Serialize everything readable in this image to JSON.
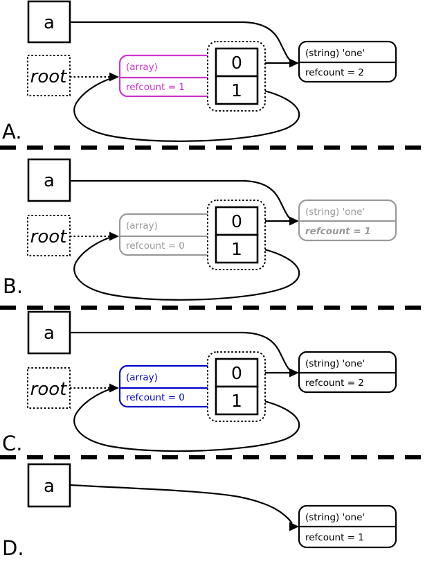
{
  "colors": {
    "array_highlight_a": "#cc33cc",
    "faded_b": "#999999",
    "array_highlight_c": "#0000cc",
    "default_ink": "#000000"
  },
  "panels": {
    "a": {
      "label": "A.",
      "var_label": "a",
      "root_label": "root",
      "array_type": "(array)",
      "array_refcount": "refcount = 1",
      "cell0": "0",
      "cell1": "1",
      "string_type": "(string) 'one'",
      "string_refcount": "refcount = 2"
    },
    "b": {
      "label": "B.",
      "var_label": "a",
      "root_label": "root",
      "array_type": "(array)",
      "array_refcount": "refcount = 0",
      "cell0": "0",
      "cell1": "1",
      "string_type": "(string) 'one'",
      "string_refcount": "refcount = 1"
    },
    "c": {
      "label": "C.",
      "var_label": "a",
      "root_label": "root",
      "array_type": "(array)",
      "array_refcount": "refcount = 0",
      "cell0": "0",
      "cell1": "1",
      "string_type": "(string) 'one'",
      "string_refcount": "refcount = 2"
    },
    "d": {
      "label": "D.",
      "var_label": "a",
      "string_type": "(string) 'one'",
      "string_refcount": "refcount = 1"
    }
  }
}
